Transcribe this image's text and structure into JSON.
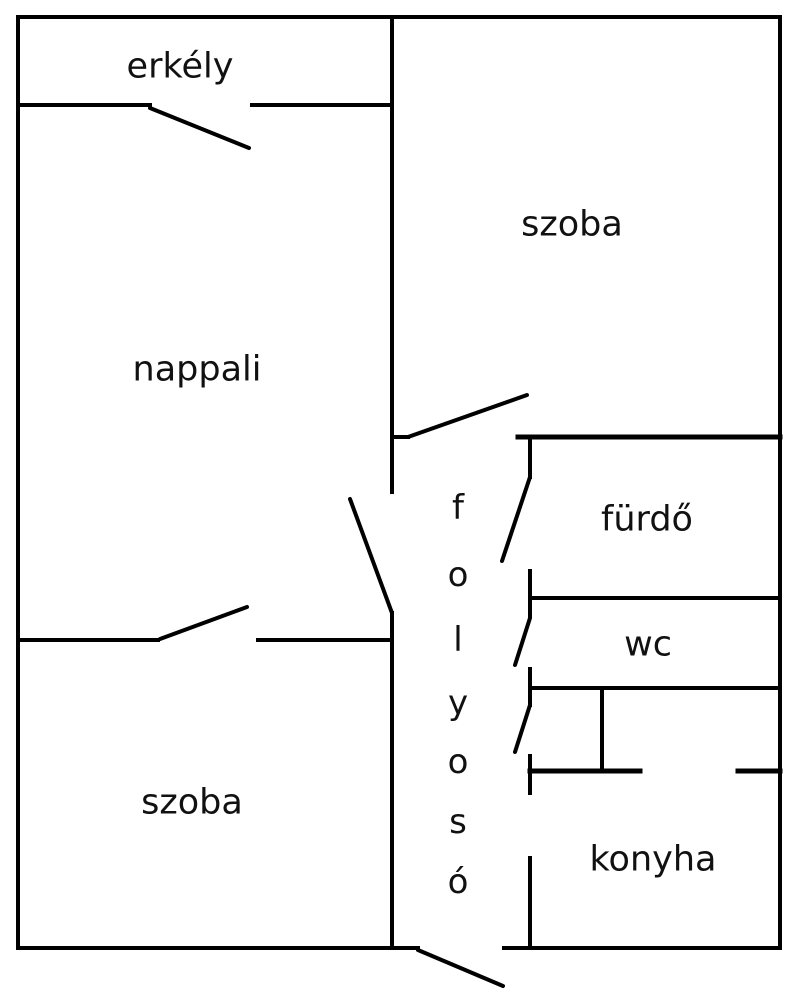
{
  "rooms": {
    "balcony": "erkély",
    "bedroom_top": "szoba",
    "living_room": "nappali",
    "bathroom": "fürdő",
    "toilet": "wc",
    "kitchen": "konyha",
    "bedroom_bottom": "szoba"
  },
  "hallway_letters": [
    "f",
    "o",
    "l",
    "y",
    "o",
    "s",
    "ó"
  ],
  "colors": {
    "wall": "#000000",
    "background": "#ffffff"
  }
}
